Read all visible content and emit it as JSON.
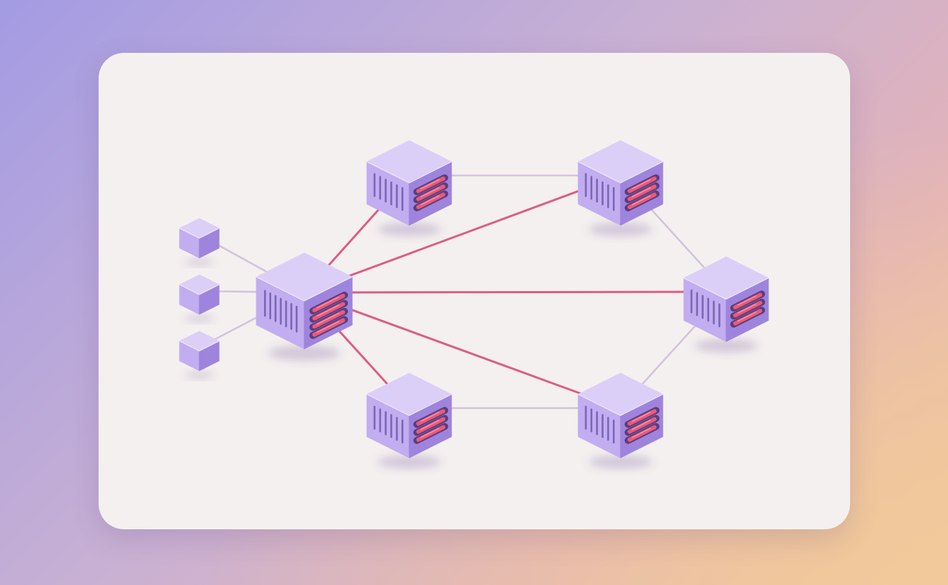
{
  "colors": {
    "bg_top_left": "#a39be3",
    "bg_top_right": "#e3b3b8",
    "bg_bottom_right": "#f1c99a",
    "card": "#f4f0ef",
    "cube_top": "#dccff7",
    "cube_left": "#c1adf0",
    "cube_right": "#9e84dc",
    "vent": "#7a66b5",
    "pill_slot": "#5b3d7e",
    "pill": "#ea5a78",
    "link_primary": "#dc5c86",
    "link_secondary": "#d3c3dd"
  },
  "diagram": {
    "nodes": [
      {
        "id": "hub",
        "kind": "server-large"
      },
      {
        "id": "server-top-left",
        "kind": "server"
      },
      {
        "id": "server-top-right",
        "kind": "server"
      },
      {
        "id": "server-right",
        "kind": "server"
      },
      {
        "id": "server-bottom-left",
        "kind": "server"
      },
      {
        "id": "server-bottom-right",
        "kind": "server"
      },
      {
        "id": "client-1",
        "kind": "client"
      },
      {
        "id": "client-2",
        "kind": "client"
      },
      {
        "id": "client-3",
        "kind": "client"
      }
    ],
    "edges": [
      {
        "from": "hub",
        "to": "server-top-left",
        "style": "primary"
      },
      {
        "from": "hub",
        "to": "server-top-right",
        "style": "primary"
      },
      {
        "from": "hub",
        "to": "server-right",
        "style": "primary"
      },
      {
        "from": "hub",
        "to": "server-bottom-right",
        "style": "primary"
      },
      {
        "from": "hub",
        "to": "server-bottom-left",
        "style": "primary"
      },
      {
        "from": "server-top-left",
        "to": "server-top-right",
        "style": "secondary"
      },
      {
        "from": "server-bottom-left",
        "to": "server-bottom-right",
        "style": "secondary"
      },
      {
        "from": "server-top-right",
        "to": "server-right",
        "style": "secondary"
      },
      {
        "from": "server-bottom-right",
        "to": "server-right",
        "style": "secondary"
      },
      {
        "from": "client-1",
        "to": "hub",
        "style": "secondary"
      },
      {
        "from": "client-2",
        "to": "hub",
        "style": "secondary"
      },
      {
        "from": "client-3",
        "to": "hub",
        "style": "secondary"
      }
    ]
  }
}
